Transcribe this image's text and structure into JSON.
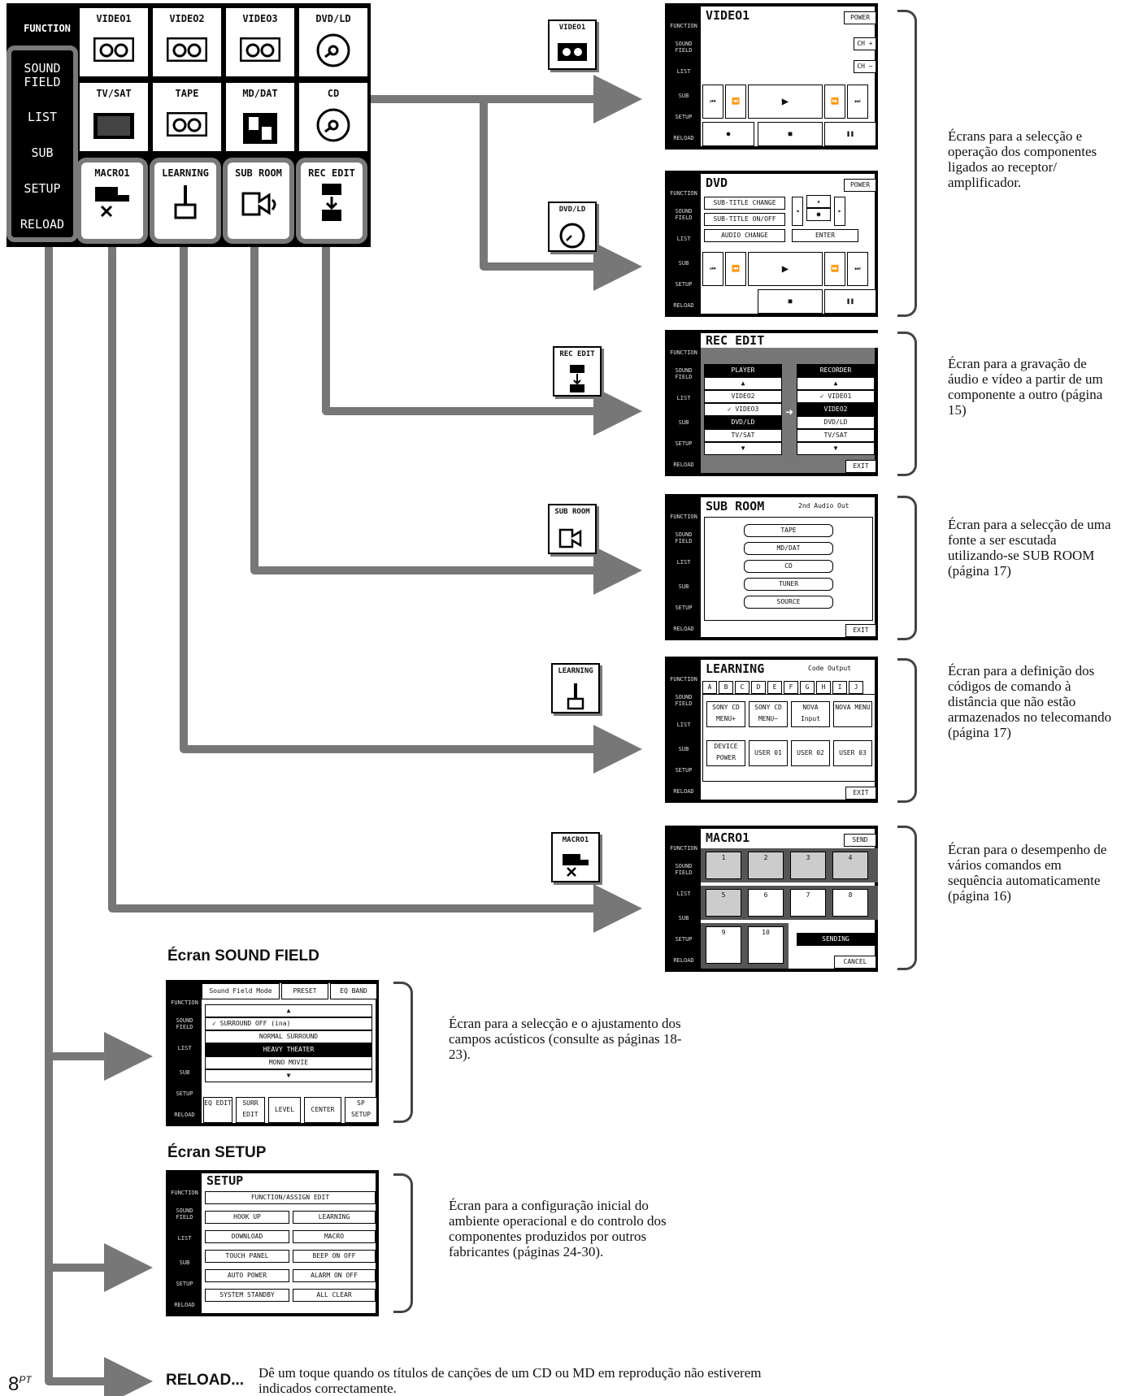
{
  "panel": {
    "function_label": "FUNCTION",
    "side_menu": [
      "SOUND FIELD",
      "LIST",
      "SUB",
      "SETUP",
      "RELOAD"
    ],
    "components_row1": [
      "VIDEO1",
      "VIDEO2",
      "VIDEO3",
      "DVD/LD"
    ],
    "components_row2": [
      "TV/SAT",
      "TAPE",
      "MD/DAT",
      "CD"
    ],
    "functions_row3": [
      "MACRO1",
      "LEARNING",
      "SUB ROOM",
      "REC EDIT"
    ]
  },
  "screen_nav": [
    "FUNCTION",
    "SOUND FIELD",
    "LIST",
    "SUB",
    "SETUP",
    "RELOAD"
  ],
  "thumbs": [
    "VIDEO1",
    "DVD/LD",
    "REC EDIT",
    "SUB ROOM",
    "LEARNING",
    "MACRO1"
  ],
  "screens": {
    "video1": {
      "title": "VIDEO1",
      "power": "POWER",
      "ch_up": "CH +",
      "ch_down": "CH −"
    },
    "dvd": {
      "title": "DVD",
      "power": "POWER",
      "b1": "SUB-TITLE CHANGE",
      "b2": "SUB-TITLE ON/OFF",
      "b3": "AUDIO CHANGE",
      "enter": "ENTER"
    },
    "rec_edit": {
      "title": "REC EDIT",
      "player": "PLAYER",
      "recorder": "RECORDER",
      "player_items": [
        "VIDEO2",
        "✓ VIDEO3",
        "DVD/LD",
        "TV/SAT"
      ],
      "recorder_items": [
        "✓ VIDEO1",
        "VIDEO2",
        "DVD/LD",
        "TV/SAT"
      ],
      "exit": "EXIT"
    },
    "sub_room": {
      "title": "SUB ROOM",
      "subtitle": "2nd Audio Out",
      "items": [
        "TAPE",
        "MD/DAT",
        "CD",
        "TUNER",
        "SOURCE"
      ],
      "exit": "EXIT"
    },
    "learning": {
      "title": "LEARNING",
      "subtitle": "Code Output",
      "tabs": [
        "A",
        "B",
        "C",
        "D",
        "E",
        "F",
        "G",
        "H",
        "I",
        "J"
      ],
      "buttons": [
        "SONY CD MENU+",
        "SONY CD MENU−",
        "NOVA Input",
        "NOVA MENU",
        "DEVICE POWER",
        "USER 01",
        "USER 02",
        "USER 03"
      ],
      "exit": "EXIT"
    },
    "macro1": {
      "title": "MACRO1",
      "send": "SEND",
      "sending": "SENDING",
      "cancel": "CANCEL",
      "cells": [
        "1",
        "2",
        "3",
        "4",
        "5",
        "6",
        "7",
        "8",
        "9",
        "10"
      ]
    },
    "sound_field": {
      "tabs": [
        "Sound Field Mode",
        "PRESET",
        "EQ BAND"
      ],
      "items": [
        "✓ SURROUND OFF (ina)",
        "NORMAL SURROUND",
        "HEAVY THEATER",
        "MONO MOVIE"
      ],
      "buttons": [
        "EQ EDIT",
        "SURR EDIT",
        "LEVEL",
        "CENTER",
        "SP SETUP"
      ]
    },
    "setup": {
      "title": "SETUP",
      "rows": [
        [
          "FUNCTION/ASSIGN EDIT"
        ],
        [
          "HOOK UP",
          "LEARNING"
        ],
        [
          "DOWNLOAD",
          "MACRO"
        ],
        [
          "TOUCH PANEL",
          "BEEP ON OFF"
        ],
        [
          "AUTO POWER",
          "ALARM ON OFF"
        ],
        [
          "SYSTEM STANDBY",
          "ALL CLEAR"
        ]
      ]
    }
  },
  "descriptions": {
    "components": "Écrans para a selecção e operação dos componentes ligados ao receptor/ amplificador.",
    "rec_edit": "Écran para a gravação de áudio e vídeo a partir de um componente a outro (página 15)",
    "sub_room": "Écran para a selecção de uma fonte a ser escutada utilizando-se SUB ROOM (página 17)",
    "learning": "Écran para a definição dos códigos de comando à distância que não estão armazenados no telecomando (página 17)",
    "macro": "Écran para o desempenho de vários comandos em sequência automaticamente (página 16)",
    "sound_field_heading": "Écran SOUND FIELD",
    "sound_field": "Écran para a selecção e o ajustamento dos campos acústicos (consulte as páginas 18-23).",
    "setup_heading": "Écran SETUP",
    "setup": "Écran para a configuração inicial do ambiente operacional e do controlo dos componentes produzidos por outros fabricantes (páginas 24-30).",
    "reload_label": "RELOAD...",
    "reload": "Dê um toque quando os títulos de canções de um CD ou MD em reprodução não estiverem indicados correctamente."
  },
  "page_number": "8",
  "page_lang": "PT"
}
